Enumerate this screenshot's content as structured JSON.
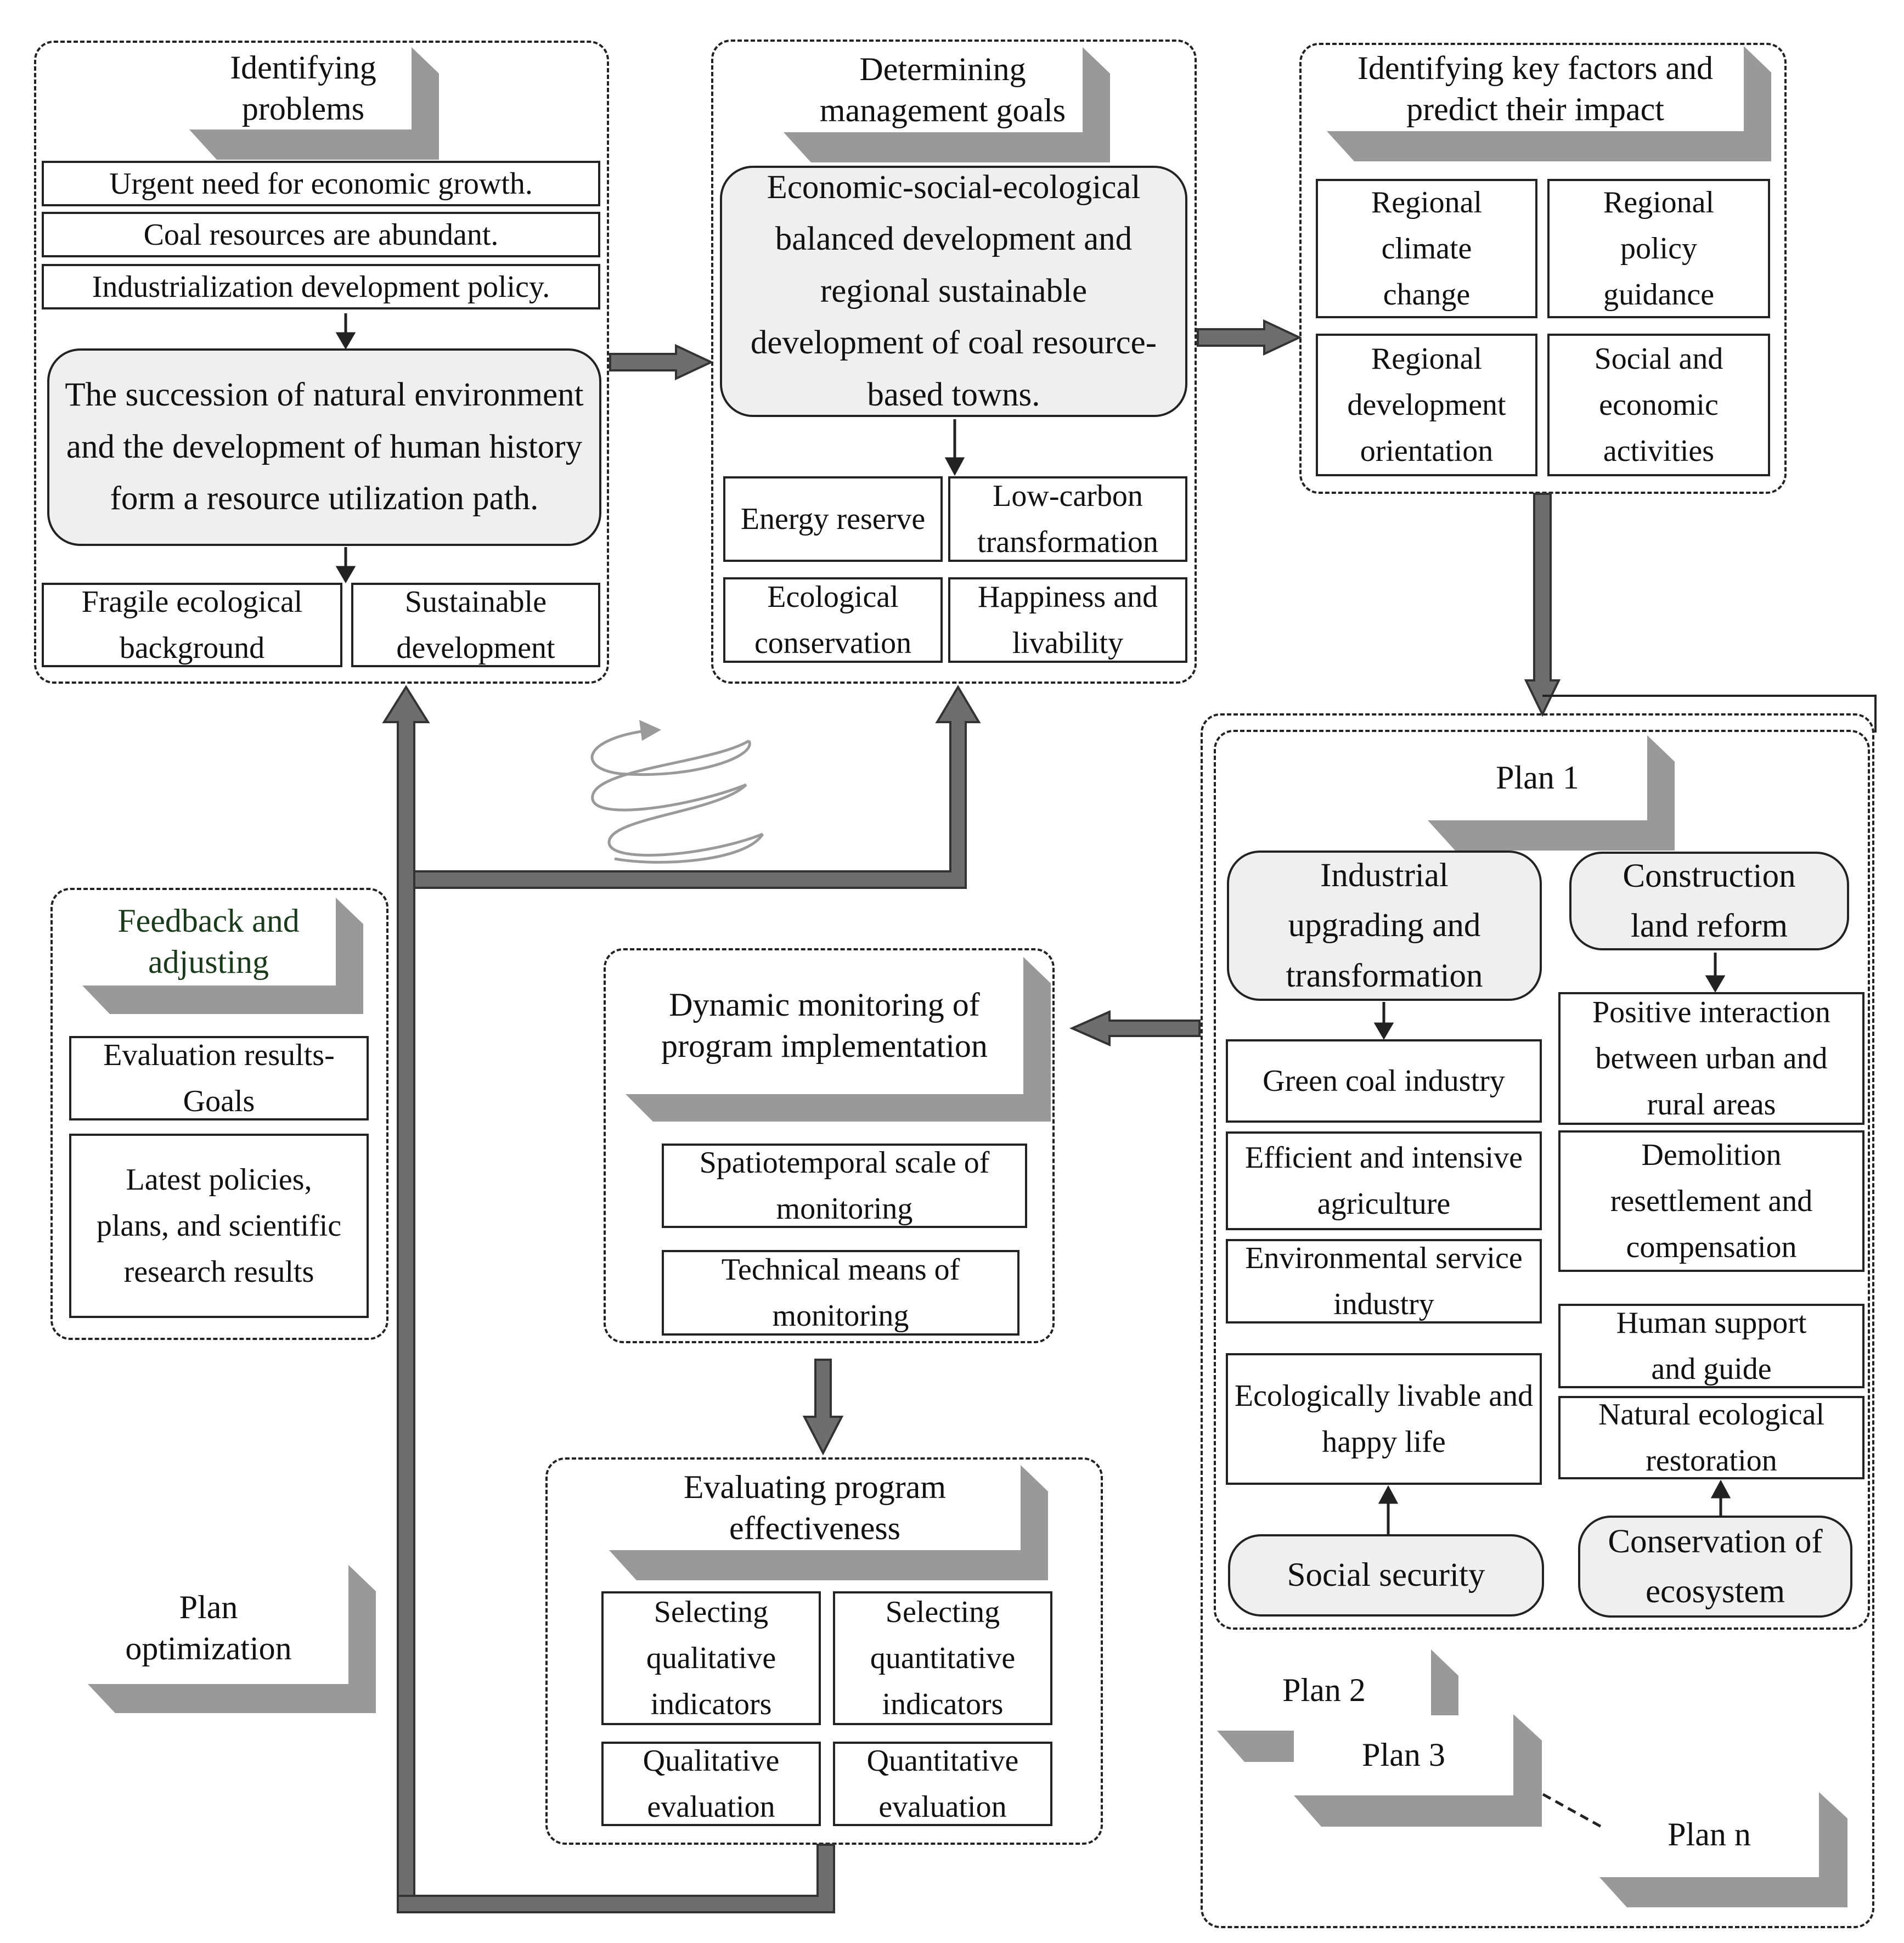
{
  "colors": {
    "line": "#222222",
    "banner_gray": "#999999",
    "arrow_gray": "#6e6e6e",
    "node_fill": "#efefef"
  },
  "identifying_problems": {
    "title": "Identifying problems",
    "items": [
      "Urgent need for economic growth.",
      "Coal resources are abundant.",
      "Industrialization development policy."
    ],
    "core": "The succession of natural environment and the development of human history form a resource utilization path.",
    "outcomes": [
      "Fragile ecological background",
      "Sustainable development"
    ]
  },
  "management_goals": {
    "title": "Determining management goals",
    "core": "Economic-social-ecological balanced development and regional sustainable development of coal resource-based towns.",
    "goals": [
      "Energy reserve",
      "Low-carbon transformation",
      "Ecological conservation",
      "Happiness and livability"
    ]
  },
  "key_factors": {
    "title": "Identifying key factors and predict their impact",
    "factors": [
      "Regional climate change",
      "Regional policy guidance",
      "Regional development orientation",
      "Social and economic activities"
    ]
  },
  "plans": {
    "plan1_title": "Plan 1",
    "industrial": {
      "title": "Industrial upgrading and transformation",
      "items": [
        "Green coal industry",
        "Efficient and intensive agriculture",
        "Environmental service industry"
      ]
    },
    "land": {
      "title": "Construction land reform",
      "items": [
        "Positive interaction between urban and rural areas",
        "Demolition resettlement and compensation"
      ]
    },
    "social": {
      "title": "Social security",
      "item": "Ecologically livable and happy life"
    },
    "eco": {
      "title": "Conservation of ecosystem",
      "items": [
        "Human support and guide",
        "Natural ecological restoration"
      ]
    },
    "plan2_title": "Plan 2",
    "plan3_title": "Plan 3",
    "plann_title": "Plan n"
  },
  "monitoring": {
    "title": "Dynamic monitoring of program implementation",
    "items": [
      "Spatiotemporal scale of monitoring",
      "Technical means of monitoring"
    ]
  },
  "evaluation": {
    "title": "Evaluating program effectiveness",
    "items": [
      "Selecting qualitative indicators",
      "Selecting quantitative indicators",
      "Qualitative evaluation",
      "Quantitative evaluation"
    ]
  },
  "feedback": {
    "title": "Feedback and adjusting",
    "items": [
      "Evaluation results-Goals",
      "Latest policies, plans, and scientific research results"
    ]
  },
  "plan_optimization": {
    "title": "Plan optimization"
  }
}
